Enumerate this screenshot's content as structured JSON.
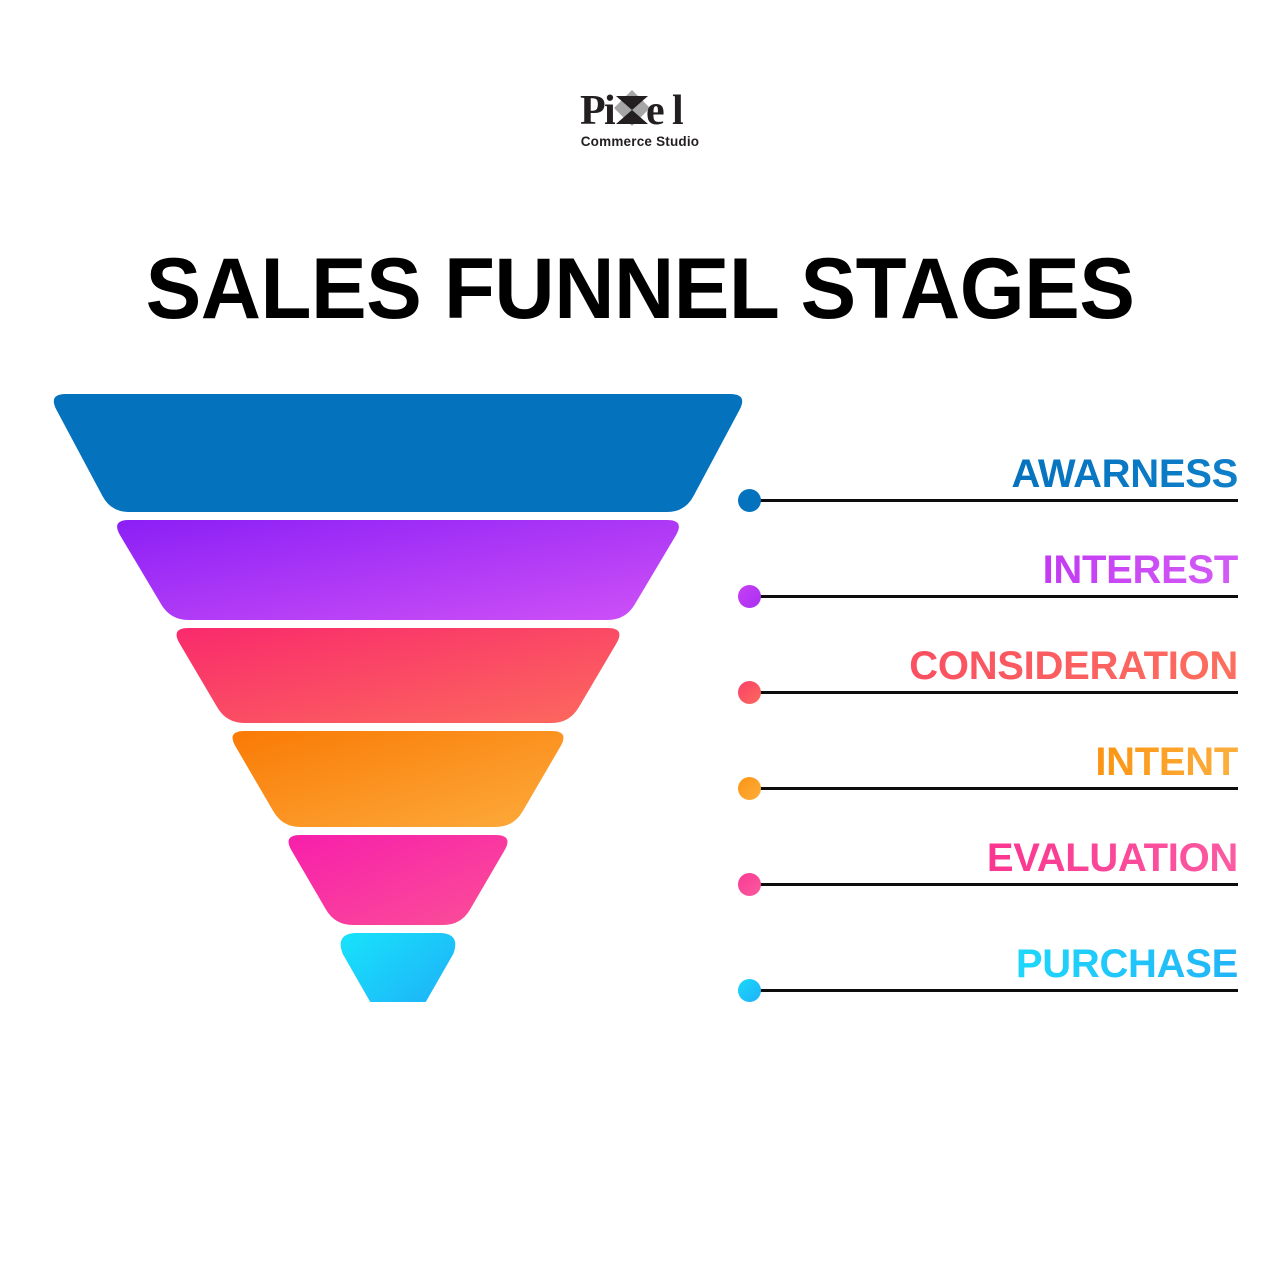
{
  "brand": {
    "wordmark": "Pixel",
    "tagline": "Commerce Studio",
    "logo_icon": "pixel-diamond-x-icon",
    "mark_color": "#231f20",
    "mark_accent": "#a6a6a6"
  },
  "header": {
    "title": "SALES FUNNEL STAGES"
  },
  "chart_data": {
    "type": "funnel",
    "title": "SALES FUNNEL STAGES",
    "orientation": "inverted-vertical",
    "stage_count": 6,
    "legend_position": "right",
    "background": "#ffffff",
    "stages": [
      {
        "label": "AWARNESS",
        "order": 1,
        "width_pct": 100,
        "color_start": "#0572bd",
        "color_end": "#0572bd",
        "text_color_start": "#0572bd",
        "text_color_end": "#0f7fc9",
        "dot_color_start": "#0572bd",
        "dot_color_end": "#0572bd"
      },
      {
        "label": "INTEREST",
        "order": 2,
        "width_pct": 82,
        "color_start": "#8b1ff5",
        "color_end": "#cf52f7",
        "text_color_start": "#c23af2",
        "text_color_end": "#d45cf7",
        "dot_color_start": "#c840f5",
        "dot_color_end": "#a82ff2"
      },
      {
        "label": "CONSIDERATION",
        "order": 3,
        "width_pct": 65,
        "color_start": "#f92a6c",
        "color_end": "#fc6a5d",
        "text_color_start": "#fa4f62",
        "text_color_end": "#fc6f5e",
        "dot_color_start": "#fb3f68",
        "dot_color_end": "#fc6a5d"
      },
      {
        "label": "INTENT",
        "order": 4,
        "width_pct": 49,
        "color_start": "#fa7a05",
        "color_end": "#fcab3c",
        "text_color_start": "#fb9310",
        "text_color_end": "#fcb03f",
        "dot_color_start": "#fb9412",
        "dot_color_end": "#fcae3d"
      },
      {
        "label": "EVALUATION",
        "order": 5,
        "width_pct": 33,
        "color_start": "#f71fab",
        "color_end": "#fb4f97",
        "text_color_start": "#fa3590",
        "text_color_end": "#fb5ba2",
        "dot_color_start": "#fa3a94",
        "dot_color_end": "#fb5a9f"
      },
      {
        "label": "PURCHASE",
        "order": 6,
        "width_pct": 18,
        "color_start": "#18e3fb",
        "color_end": "#1fa8f7",
        "text_color_start": "#1ed8fb",
        "text_color_end": "#22b4f8",
        "dot_color_start": "#1ad9fb",
        "dot_color_end": "#20b0f7"
      }
    ]
  }
}
